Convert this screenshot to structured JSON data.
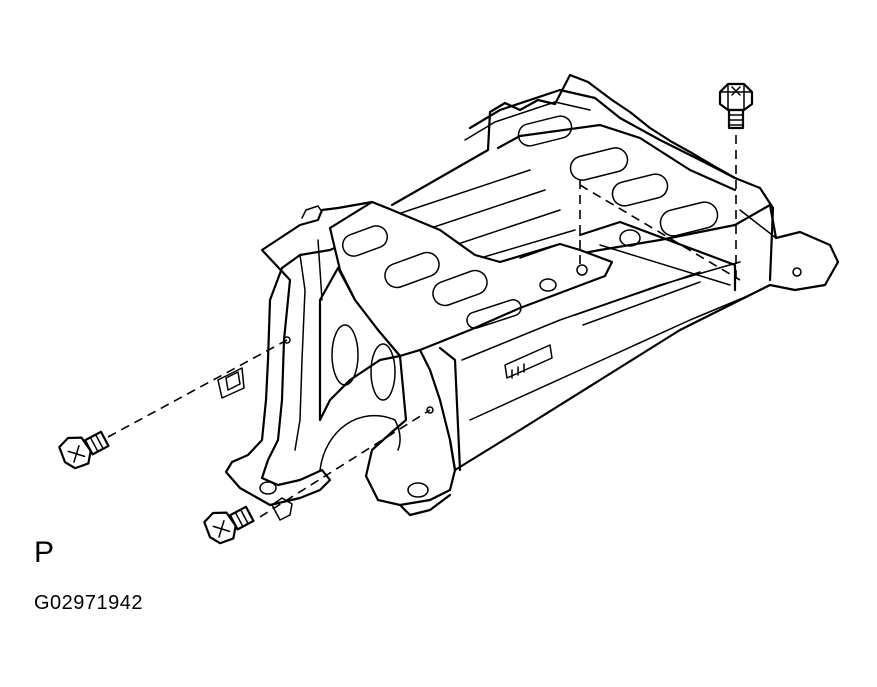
{
  "diagram": {
    "view_label": "P",
    "figure_id": "G02971942",
    "parts": {
      "bracket": "bracket-assembly",
      "unit": "ecu-unit",
      "bolts": [
        "bolt-top-right",
        "bolt-left-upper",
        "bolt-left-lower"
      ]
    }
  }
}
